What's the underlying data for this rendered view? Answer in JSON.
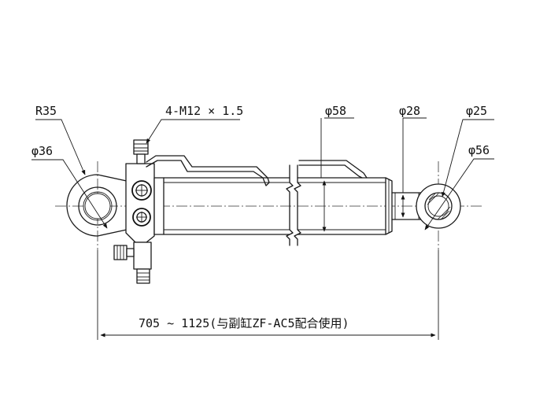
{
  "labels": {
    "r35": "R35",
    "d36": "φ36",
    "port_thread": "4-M12 × 1.5",
    "d58": "φ58",
    "d28": "φ28",
    "d25": "φ25",
    "d56": "φ56",
    "length": "705 ~ 1125(与副缸ZF-AC5配合使用)"
  }
}
